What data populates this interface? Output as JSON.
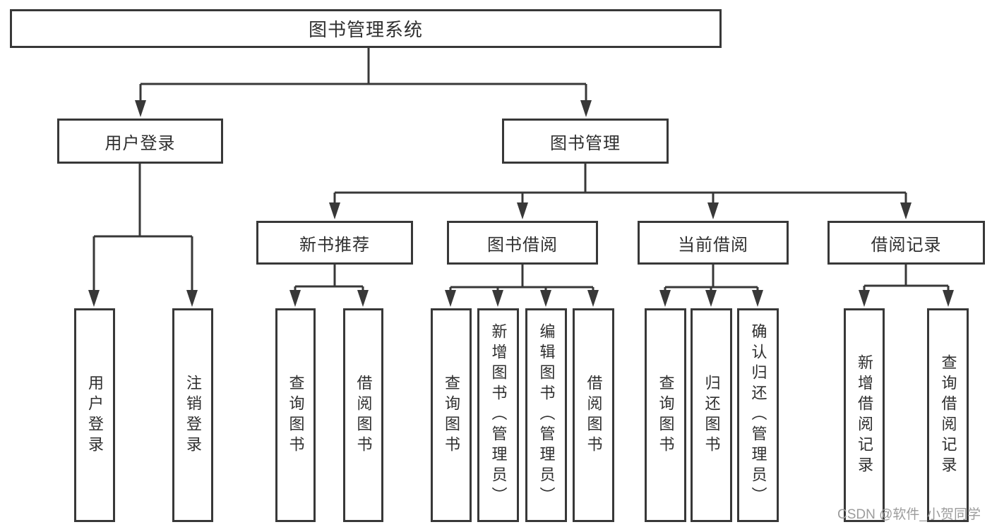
{
  "diagram": {
    "title": "图书管理系统",
    "level2": {
      "user_login": "用户登录",
      "book_management": "图书管理"
    },
    "level3": {
      "new_book_recommend": "新书推荐",
      "book_borrowing": "图书借阅",
      "current_borrowing": "当前借阅",
      "borrowing_records": "借阅记录"
    },
    "leaves": {
      "user_login": "用户登录",
      "logout": "注销登录",
      "query_books_a": "查询图书",
      "borrow_books_a": "借阅图书",
      "query_books_b": "查询图书",
      "add_book_admin": "新增图书（管理员）",
      "edit_book_admin": "编辑图书（管理员）",
      "borrow_books_b": "借阅图书",
      "query_books_c": "查询图书",
      "return_books": "归还图书",
      "confirm_return_admin": "确认归还（管理员）",
      "add_borrow_record": "新增借阅记录",
      "query_borrow_record": "查询借阅记录"
    }
  },
  "watermark": {
    "text": "CSDN @软件_小贺同学"
  },
  "colors": {
    "line": "#383838",
    "text": "#2f2f2f",
    "watermark": "#9c9c9c",
    "background": "#ffffff"
  }
}
